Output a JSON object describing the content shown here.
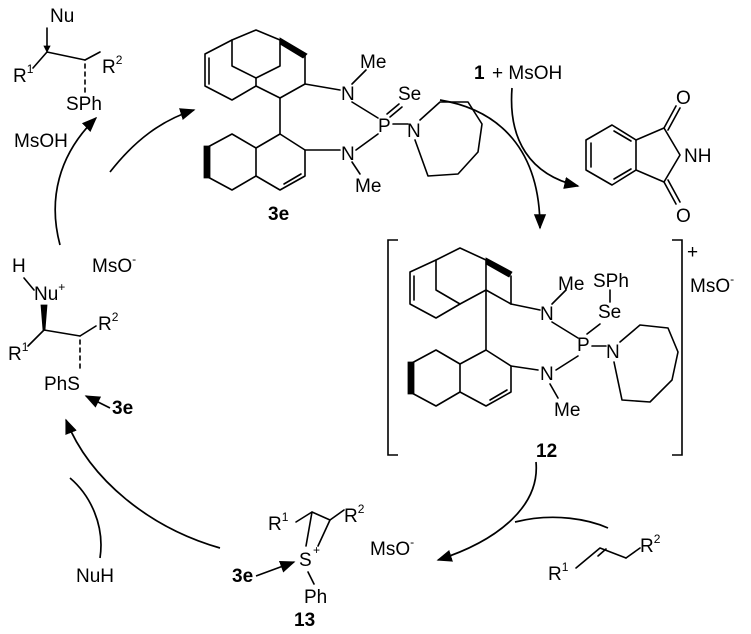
{
  "atoms": {
    "nu": "Nu",
    "me": "Me",
    "se": "Se",
    "p": "P",
    "n": "N",
    "nh": "NH",
    "o": "O",
    "sph": "SPh",
    "phs": "PhS",
    "ph": "Ph",
    "s": "S",
    "h": "H",
    "r": "R",
    "one": "1",
    "two": "2",
    "plus": "+",
    "minus": "-",
    "ms": "MsO",
    "msoh": "MsOH",
    "nuh": "NuH",
    "nuplus": "Nu"
  },
  "reagents": {
    "top_right_prefix": "1",
    "top_right_rest": "+ MsOH"
  },
  "labels": {
    "catalyst": "3e",
    "intermediate_12": "12",
    "intermediate_13": "13"
  }
}
